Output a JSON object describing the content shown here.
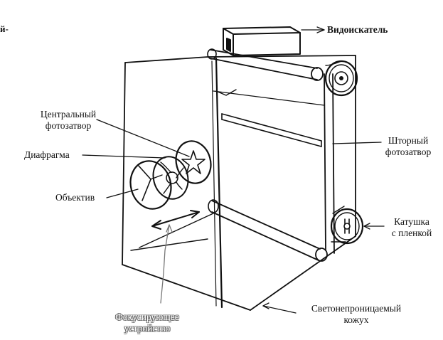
{
  "stray_text": "й-",
  "labels": {
    "viewfinder": "Видоискатель",
    "central_shutter": [
      "Центральный",
      "фотозатвор"
    ],
    "diaphragm": "Диафрагма",
    "lens": "Объектив",
    "focal_plane_shutter": [
      "Шторный",
      "фотозатвор"
    ],
    "film_spool": [
      "Катушка",
      "с пленкой"
    ],
    "focusing_device": [
      "Фокусирующее",
      "устройство"
    ],
    "light_tight_housing": [
      "Светонепроницаемый",
      "кожух"
    ]
  }
}
